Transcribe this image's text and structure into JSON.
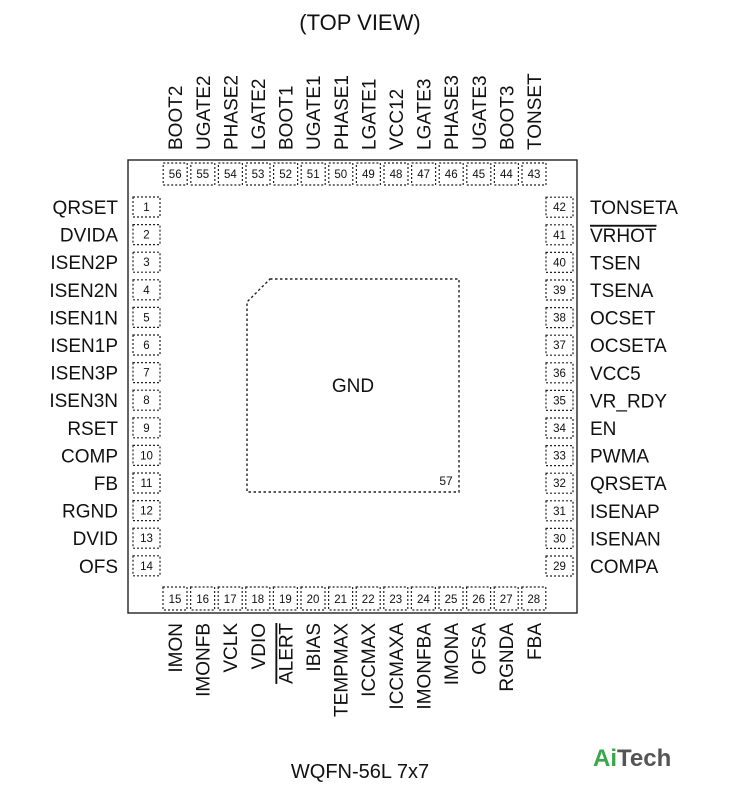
{
  "title": "(TOP VIEW)",
  "package": "WQFN-56L  7x7",
  "center_pad": {
    "label": "GND",
    "number": "57"
  },
  "logo": {
    "part1": "Ai",
    "part2": "Tech",
    "color1": "#3aa84a",
    "color2": "#555555"
  },
  "pins": {
    "left": [
      {
        "num": "1",
        "name": "QRSET"
      },
      {
        "num": "2",
        "name": "DVIDA"
      },
      {
        "num": "3",
        "name": "ISEN2P"
      },
      {
        "num": "4",
        "name": "ISEN2N"
      },
      {
        "num": "5",
        "name": "ISEN1N"
      },
      {
        "num": "6",
        "name": "ISEN1P"
      },
      {
        "num": "7",
        "name": "ISEN3P"
      },
      {
        "num": "8",
        "name": "ISEN3N"
      },
      {
        "num": "9",
        "name": "RSET"
      },
      {
        "num": "10",
        "name": "COMP"
      },
      {
        "num": "11",
        "name": "FB"
      },
      {
        "num": "12",
        "name": "RGND"
      },
      {
        "num": "13",
        "name": "DVID"
      },
      {
        "num": "14",
        "name": "OFS"
      }
    ],
    "bottom": [
      {
        "num": "15",
        "name": "IMON"
      },
      {
        "num": "16",
        "name": "IMONFB"
      },
      {
        "num": "17",
        "name": "VCLK"
      },
      {
        "num": "18",
        "name": "VDIO"
      },
      {
        "num": "19",
        "name": "ALERT",
        "overline": true
      },
      {
        "num": "20",
        "name": "IBIAS"
      },
      {
        "num": "21",
        "name": "TEMPMAX"
      },
      {
        "num": "22",
        "name": "ICCMAX"
      },
      {
        "num": "23",
        "name": "ICCMAXA"
      },
      {
        "num": "24",
        "name": "IMONFBA"
      },
      {
        "num": "25",
        "name": "IMONA"
      },
      {
        "num": "26",
        "name": "OFSA"
      },
      {
        "num": "27",
        "name": "RGNDA"
      },
      {
        "num": "28",
        "name": "FBA"
      }
    ],
    "right": [
      {
        "num": "29",
        "name": "COMPA"
      },
      {
        "num": "30",
        "name": "ISENAN"
      },
      {
        "num": "31",
        "name": "ISENAP"
      },
      {
        "num": "32",
        "name": "QRSETA"
      },
      {
        "num": "33",
        "name": "PWMA"
      },
      {
        "num": "34",
        "name": "EN"
      },
      {
        "num": "35",
        "name": "VR_RDY"
      },
      {
        "num": "36",
        "name": "VCC5"
      },
      {
        "num": "37",
        "name": "OCSETA"
      },
      {
        "num": "38",
        "name": "OCSET"
      },
      {
        "num": "39",
        "name": "TSENA"
      },
      {
        "num": "40",
        "name": "TSEN"
      },
      {
        "num": "41",
        "name": "VRHOT",
        "overline": true
      },
      {
        "num": "42",
        "name": "TONSETA"
      }
    ],
    "top": [
      {
        "num": "43",
        "name": "TONSET"
      },
      {
        "num": "44",
        "name": "BOOT3"
      },
      {
        "num": "45",
        "name": "UGATE3"
      },
      {
        "num": "46",
        "name": "PHASE3"
      },
      {
        "num": "47",
        "name": "LGATE3"
      },
      {
        "num": "48",
        "name": "VCC12"
      },
      {
        "num": "49",
        "name": "LGATE1"
      },
      {
        "num": "50",
        "name": "PHASE1"
      },
      {
        "num": "51",
        "name": "UGATE1"
      },
      {
        "num": "52",
        "name": "BOOT1"
      },
      {
        "num": "53",
        "name": "LGATE2"
      },
      {
        "num": "54",
        "name": "PHASE2"
      },
      {
        "num": "55",
        "name": "UGATE2"
      },
      {
        "num": "56",
        "name": "BOOT2"
      }
    ]
  }
}
